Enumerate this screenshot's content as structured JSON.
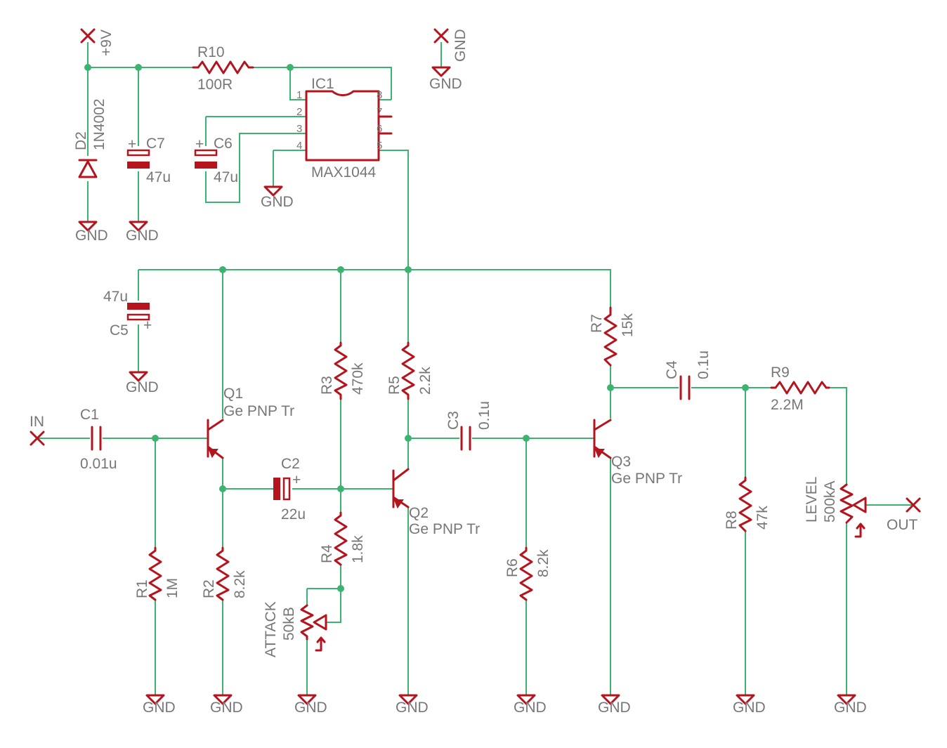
{
  "colors": {
    "wire": "#3cb371",
    "component": "#b4141e",
    "text": "#777777",
    "background": "#ffffff"
  },
  "supply": {
    "name": "+9V"
  },
  "ground": {
    "label": "GND"
  },
  "io": {
    "in": "IN",
    "out": "OUT"
  },
  "ic": {
    "name": "IC1",
    "value": "MAX1044",
    "pins": [
      "1",
      "2",
      "3",
      "4",
      "5",
      "6",
      "7",
      "8"
    ]
  },
  "components": {
    "R1": {
      "name": "R1",
      "value": "1M"
    },
    "R2": {
      "name": "R2",
      "value": "8.2k"
    },
    "R3": {
      "name": "R3",
      "value": "470k"
    },
    "R4": {
      "name": "R4",
      "value": "1.8k"
    },
    "R5": {
      "name": "R5",
      "value": "2.2k"
    },
    "R6": {
      "name": "R6",
      "value": "8.2k"
    },
    "R7": {
      "name": "R7",
      "value": "15k"
    },
    "R8": {
      "name": "R8",
      "value": "47k"
    },
    "R9": {
      "name": "R9",
      "value": "2.2M"
    },
    "R10": {
      "name": "R10",
      "value": "100R"
    },
    "C1": {
      "name": "C1",
      "value": "0.01u"
    },
    "C2": {
      "name": "C2",
      "value": "22u"
    },
    "C3": {
      "name": "C3",
      "value": "0.1u"
    },
    "C4": {
      "name": "C4",
      "value": "0.1u"
    },
    "C5": {
      "name": "C5",
      "value": "47u"
    },
    "C6": {
      "name": "C6",
      "value": "47u"
    },
    "C7": {
      "name": "C7",
      "value": "47u"
    },
    "D2": {
      "name": "D2",
      "value": "1N4002"
    },
    "Q1": {
      "name": "Q1",
      "value": "Ge PNP Tr"
    },
    "Q2": {
      "name": "Q2",
      "value": "Ge PNP Tr"
    },
    "Q3": {
      "name": "Q3",
      "value": "Ge PNP Tr"
    },
    "ATTACK": {
      "name": "ATTACK",
      "value": "50kB"
    },
    "LEVEL": {
      "name": "LEVEL",
      "value": "500kA"
    }
  },
  "polarity": "+"
}
